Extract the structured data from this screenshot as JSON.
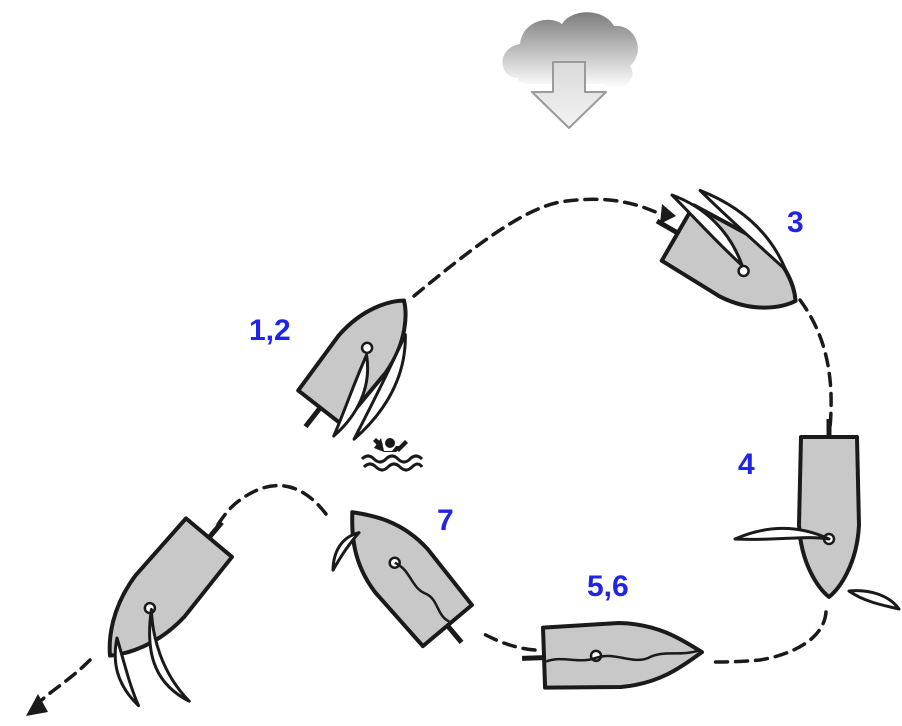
{
  "colors": {
    "label": "#1f24e6",
    "hull": "#c8c8c8",
    "outline": "#1a1a1a",
    "wind_cloud": "#8a8a8a"
  },
  "icons": {
    "wind": "cloud-with-down-arrow-icon",
    "person_overboard": "swimming-person-icon"
  },
  "positions": [
    {
      "id": "p12",
      "label": "1,2"
    },
    {
      "id": "p3",
      "label": "3"
    },
    {
      "id": "p4",
      "label": "4"
    },
    {
      "id": "p56",
      "label": "5,6"
    },
    {
      "id": "p7",
      "label": "7"
    },
    {
      "id": "p8",
      "label": ""
    }
  ]
}
